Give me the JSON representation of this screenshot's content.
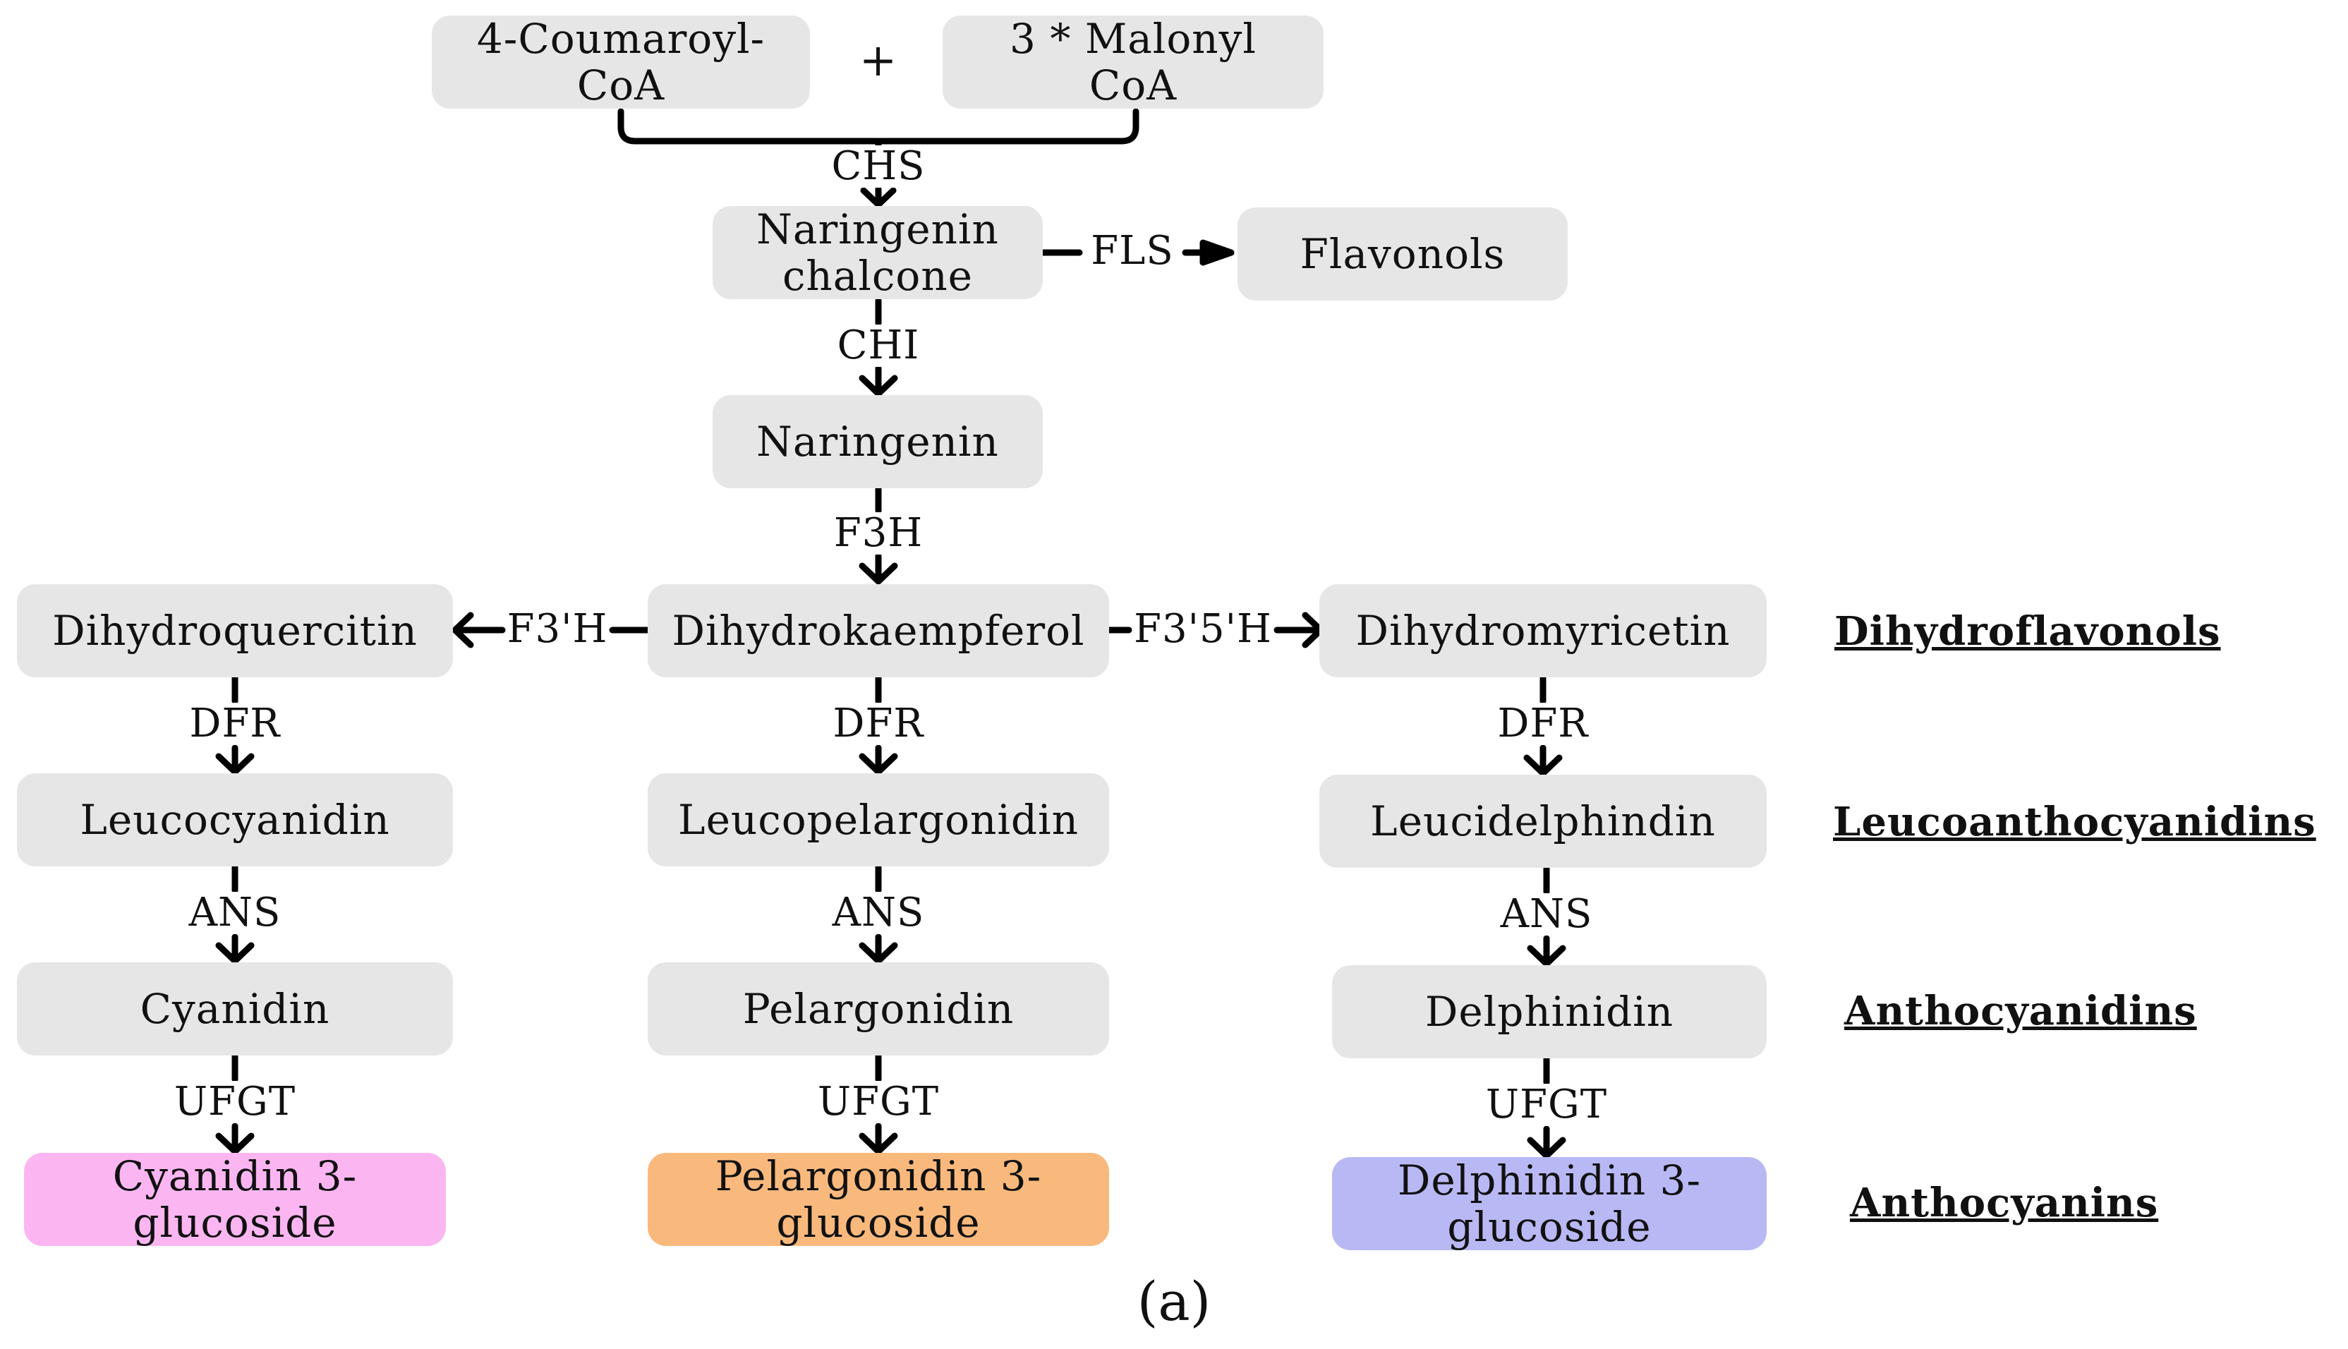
{
  "nodes": {
    "coumaroyl": "4-Coumaroyl-\nCoA",
    "malonyl": "3 * Malonyl\nCoA",
    "chalcone": "Naringenin\nchalcone",
    "flavonols": "Flavonols",
    "naringenin": "Naringenin",
    "dihydroquercitin": "Dihydroquercitin",
    "dihydrokaempferol": "Dihydrokaempferol",
    "dihydromyricetin": "Dihydromyricetin",
    "leucocyanidin": "Leucocyanidin",
    "leucopelargonidin": "Leucopelargonidin",
    "leucidelphindin": "Leucidelphindin",
    "cyanidin": "Cyanidin",
    "pelargonidin": "Pelargonidin",
    "delphinidin": "Delphinidin",
    "cyanidin3g": "Cyanidin 3-\nglucoside",
    "pelargonidin3g": "Pelargonidin 3-\nglucoside",
    "delphinidin3g": "Delphinidin 3-\nglucoside"
  },
  "plus": "+",
  "enzymes": {
    "chs": "CHS",
    "fls": "FLS",
    "chi": "CHI",
    "f3h": "F3H",
    "f3ph": "F3'H",
    "f35h": "F3'5'H",
    "dfr_left": "DFR",
    "dfr_mid": "DFR",
    "dfr_right": "DFR",
    "ans_left": "ANS",
    "ans_mid": "ANS",
    "ans_right": "ANS",
    "ufgt_left": "UFGT",
    "ufgt_mid": "UFGT",
    "ufgt_right": "UFGT"
  },
  "classes": {
    "dihydroflavonols": "Dihydroflavonols",
    "leucoanthocyanidins": "Leucoanthocyanidins",
    "anthocyanidins": "Anthocyanidins",
    "anthocyanins": "Anthocyanins"
  },
  "caption": "(a)",
  "colors": {
    "node_fill": "#e6e6e6",
    "cyanidin_glucoside": "#fbb6f2",
    "pelargonidin_glucoside": "#f9b97c",
    "delphinidin_glucoside": "#b8b8f4"
  }
}
